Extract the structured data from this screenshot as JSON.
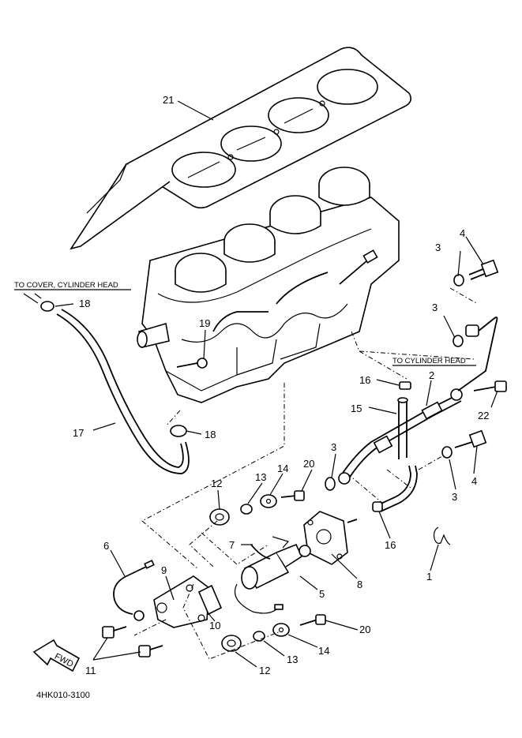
{
  "diagram_code": "4HK010-3100",
  "direction_tag": "FWD",
  "captions": {
    "to_cover_cylinder_head": "TO COVER, CYLINDER HEAD",
    "to_cylinder_head": "TO CYLINDER HEAD"
  },
  "callouts": {
    "c1": "1",
    "c2": "2",
    "c3a": "3",
    "c3b": "3",
    "c3c": "3",
    "c3d": "3",
    "c4a": "4",
    "c4b": "4",
    "c5": "5",
    "c6": "6",
    "c7": "7",
    "c8": "8",
    "c9": "9",
    "c10": "10",
    "c11": "11",
    "c12a": "12",
    "c12b": "12",
    "c13a": "13",
    "c13b": "13",
    "c14a": "14",
    "c14b": "14",
    "c15": "15",
    "c16a": "16",
    "c16b": "16",
    "c17": "17",
    "c18a": "18",
    "c18b": "18",
    "c19": "19",
    "c20a": "20",
    "c20b": "20",
    "c21": "21",
    "c22": "22"
  }
}
